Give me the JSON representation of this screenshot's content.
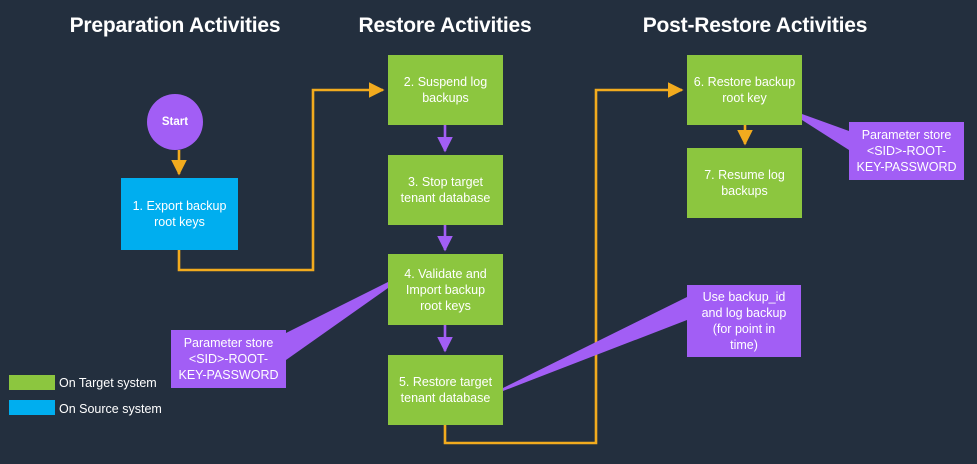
{
  "background_color": "#232f3e",
  "palette": {
    "green": "#8cc63f",
    "blue": "#00aeef",
    "purple": "#a25ef5",
    "yellow": "#f2ab1e",
    "text": "#ffffff"
  },
  "columns": [
    {
      "id": "preparation",
      "title": "Preparation Activities"
    },
    {
      "id": "restore",
      "title": "Restore Activities"
    },
    {
      "id": "post_restore",
      "title": "Post-Restore Activities"
    }
  ],
  "nodes": {
    "start": {
      "label": "Start",
      "color": "#a25ef5",
      "shape": "circle"
    },
    "step1": {
      "label": "1. Export backup\nroot keys",
      "color": "#00aeef"
    },
    "step2": {
      "label": "2. Suspend log\nbackups",
      "color": "#8cc63f"
    },
    "step3": {
      "label": "3. Stop target\ntenant database",
      "color": "#8cc63f"
    },
    "step4": {
      "label": "4. Validate and\nImport backup\nroot keys",
      "color": "#8cc63f"
    },
    "step5": {
      "label": "5. Restore target\ntenant database",
      "color": "#8cc63f"
    },
    "step6": {
      "label": "6. Restore backup\nroot key",
      "color": "#8cc63f"
    },
    "step7": {
      "label": "7. Resume log\nbackups",
      "color": "#8cc63f"
    }
  },
  "callouts": {
    "param_store_left": {
      "label": "Parameter store\n<SID>-ROOT-\nKEY-PASSWORD",
      "color": "#a25ef5"
    },
    "param_store_right": {
      "label": "Parameter store\n<SID>-ROOT-\nKEY-PASSWORD",
      "color": "#a25ef5"
    },
    "backup_id": {
      "label": "Use backup_id\nand log backup\n(for point in\ntime)",
      "color": "#a25ef5"
    }
  },
  "legend": {
    "items": [
      {
        "label": "On Target system",
        "color": "#8cc63f"
      },
      {
        "label": "On Source system",
        "color": "#00aeef"
      }
    ]
  }
}
